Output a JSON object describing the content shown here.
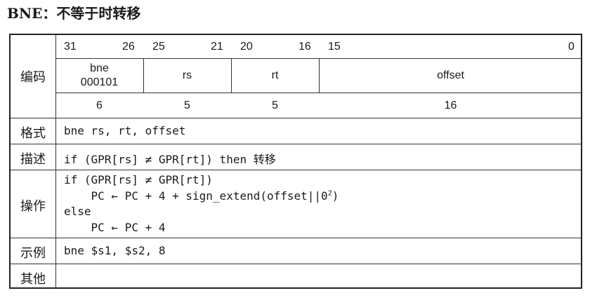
{
  "title": "BNE：不等于时转移",
  "rows": {
    "encoding_label": "编码",
    "format_label": "格式",
    "description_label": "描述",
    "operation_label": "操作",
    "example_label": "示例",
    "other_label": "其他"
  },
  "bits": [
    "31",
    "26",
    "25",
    "21",
    "20",
    "16",
    "15",
    "0"
  ],
  "fields": {
    "opcode_name": "bne",
    "opcode_bits": "000101",
    "rs": "rs",
    "rt": "rt",
    "offset": "offset"
  },
  "widths": [
    "6",
    "5",
    "5",
    "16"
  ],
  "format": "bne rs, rt, offset",
  "description_pre": "if (GPR[rs] ≠ GPR[rt]) then ",
  "description_cn": "转移",
  "operation": {
    "line1": "if (GPR[rs] ≠ GPR[rt])",
    "line2_pre": "    PC ← PC + 4 + sign_extend(offset||0",
    "line2_sup": "2",
    "line2_post": ")",
    "line3": "else",
    "line4": "    PC ← PC + 4"
  },
  "example": "bne $s1, $s2, 8",
  "other": ""
}
